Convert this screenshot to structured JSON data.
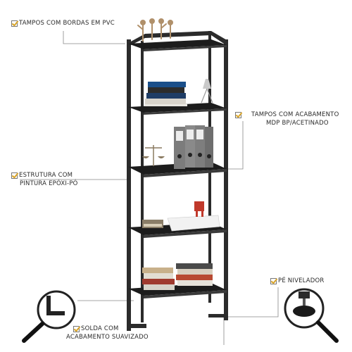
{
  "callouts": {
    "tampos_bordas": "TAMPOS COM BORDAS EM PVC",
    "tampos_acabamento_l1": "TAMPOS COM ACABAMENTO",
    "tampos_acabamento_l2": "MDP BP/ACETINADO",
    "estrutura_l1": "ESTRUTURA COM",
    "estrutura_l2": "PINTURA  EPÓXI-PÓ",
    "pe_nivelador": "PÉ NIVELADOR",
    "solda_l1": "SOLDA COM",
    "solda_l2": "ACABAMENTO SUAVIZADO"
  },
  "colors": {
    "frame": "#2b2b2b",
    "shelf": "#1c1c1c",
    "check_accent": "#d9a52b",
    "leader_line": "#888888"
  },
  "icons": [
    "checkmark-icon",
    "magnifier-icon"
  ]
}
